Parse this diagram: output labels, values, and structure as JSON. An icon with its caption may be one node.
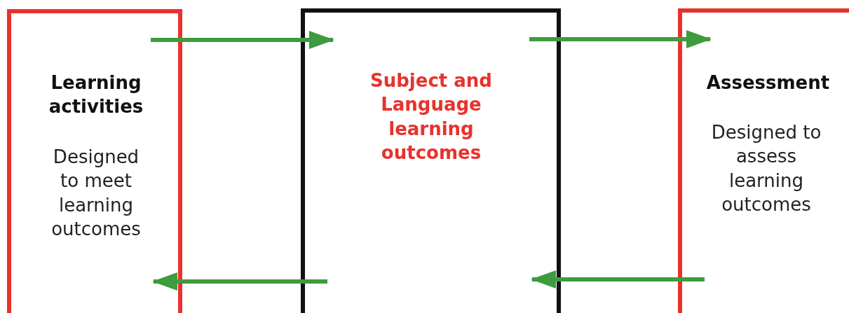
{
  "diagram": {
    "nodes": [
      {
        "text": [
          "Learning activities",
          "Designed to meet learning outcomes"
        ]
      },
      {
        "text": [
          "Subject and Language learning outcomes"
        ]
      },
      {
        "text": [
          "Assessment",
          "Designed to assess learning outcomes"
        ]
      }
    ],
    "edges": [
      {
        "from": 0,
        "to": 1,
        "arrow": "to"
      },
      {
        "from": 1,
        "to": 2,
        "arrow": "to"
      },
      {
        "from": 1,
        "to": 0,
        "arrow": "to"
      },
      {
        "from": 2,
        "to": 1,
        "arrow": "to"
      }
    ]
  }
}
